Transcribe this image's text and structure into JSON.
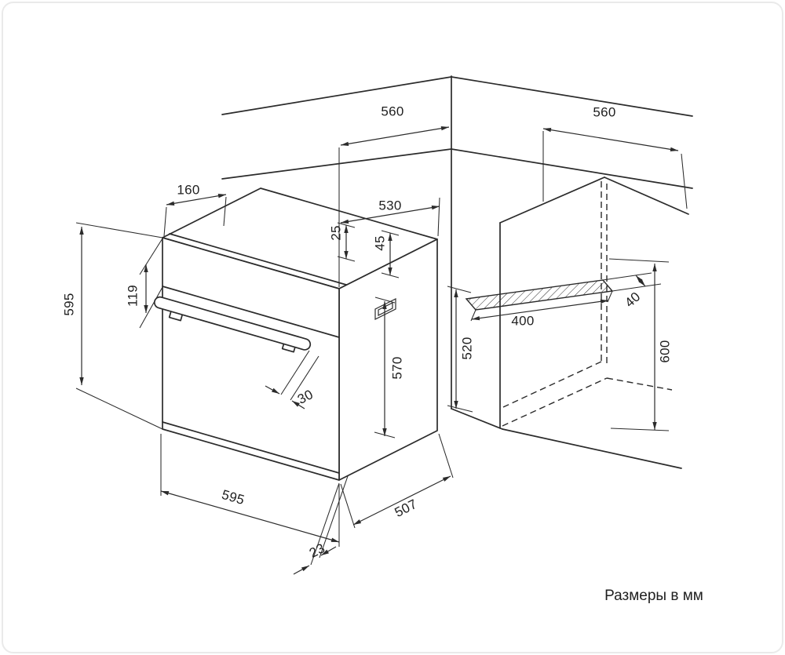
{
  "canvas": {
    "background": "#ffffff",
    "border_color": "#eaeaea",
    "line_color": "#2b2b2b",
    "text_color": "#1f1f1f"
  },
  "note": "Размеры в мм",
  "dims": {
    "top_left_560": "560",
    "top_right_560": "560",
    "oven_top_160": "160",
    "oven_top_530": "530",
    "oven_top_25": "25",
    "oven_top_45": "45",
    "left_595": "595",
    "left_119": "119",
    "front_570": "570",
    "niche_520": "520",
    "niche_400": "400",
    "niche_40": "40",
    "right_600": "600",
    "handle_30": "30",
    "bottom_595": "595",
    "bottom_507": "507",
    "bottom_23": "23"
  }
}
